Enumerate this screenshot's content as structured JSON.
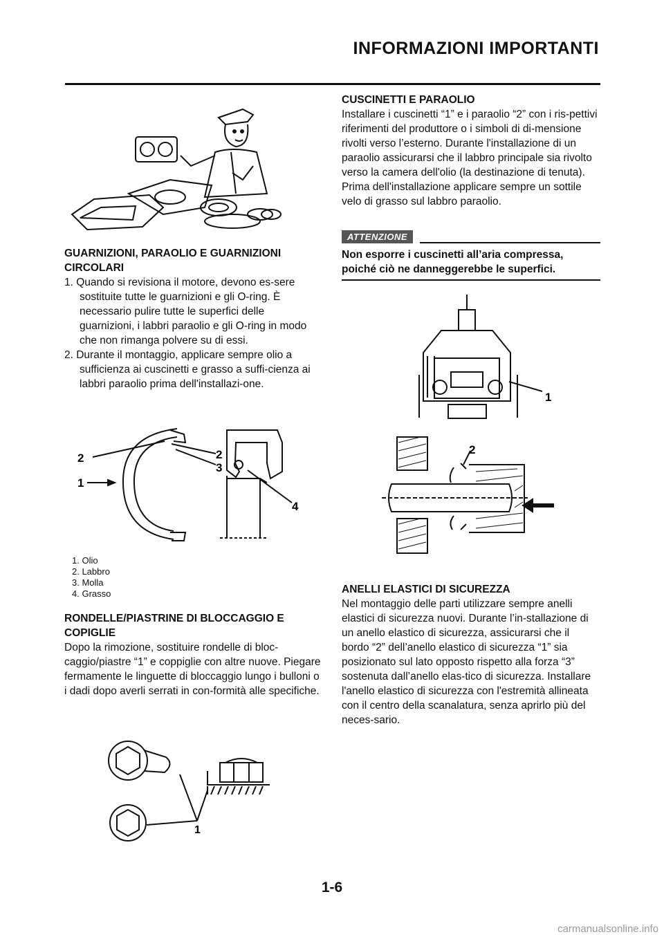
{
  "header": {
    "title": "INFORMAZIONI IMPORTANTI"
  },
  "left": {
    "gaskets": {
      "heading": "GUARNIZIONI, PARAOLIO E GUARNIZIONI CIRCOLARI",
      "items": [
        "1. Quando si revisiona il motore, devono es-sere sostituite tutte le guarnizioni e gli O-ring. È necessario pulire tutte le superfici delle guarnizioni, i labbri paraolio e gli O-ring in modo che non rimanga polvere su di essi.",
        "2. Durante il montaggio, applicare sempre olio a sufficienza ai cuscinetti e grasso a suffi-cienza ai labbri paraolio prima dell'installazi-one."
      ]
    },
    "seal_figure": {
      "labels": [
        "2",
        "1",
        "2",
        "3",
        "4"
      ],
      "legend": [
        "1. Olio",
        "2. Labbro",
        "3. Molla",
        "4. Grasso"
      ]
    },
    "washers": {
      "heading": "RONDELLE/PIASTRINE DI BLOCCAGGIO E COPIGLIE",
      "body": "Dopo la rimozione, sostituire rondelle di bloc-caggio/piastre “1” e coppiglie con altre nuove. Piegare fermamente le linguette di bloccaggio lungo i bulloni o i dadi dopo averli serrati in con-formità alle specifiche."
    },
    "washer_figure": {
      "label": "1"
    }
  },
  "right": {
    "bearings": {
      "heading": "CUSCINETTI E PARAOLIO",
      "body": "Installare i cuscinetti “1” e i paraolio “2” con i ris-pettivi riferimenti del produttore o i simboli di di-mensione rivolti verso l’esterno. Durante l'installazione di un paraolio assicurarsi che il labbro principale sia rivolto verso la camera dell'olio (la destinazione di tenuta). Prima dell'installazione applicare sempre un sottile velo di grasso sul labbro paraolio."
    },
    "caution": {
      "label": "ATTENZIONE",
      "text": "Non esporre i cuscinetti all’aria compressa, poiché ciò ne danneggerebbe le superfici."
    },
    "bearing_figure": {
      "label_1": "1",
      "label_2": "2"
    },
    "circlips": {
      "heading": "ANELLI ELASTICI DI SICUREZZA",
      "body": "Nel montaggio delle parti utilizzare sempre anelli elastici di sicurezza nuovi. Durante l’in-stallazione di un anello elastico di sicurezza, assicurarsi che il bordo “2” dell’anello elastico di sicurezza “1” sia posizionato sul lato opposto rispetto alla forza “3” sostenuta dall’anello elas-tico di sicurezza. Installare l'anello elastico di sicurezza con l'estremità allineata con il centro della scanalatura, senza aprirlo più del neces-sario."
    }
  },
  "footer": {
    "page_number": "1-6",
    "url": "carmanualsonline.info"
  }
}
